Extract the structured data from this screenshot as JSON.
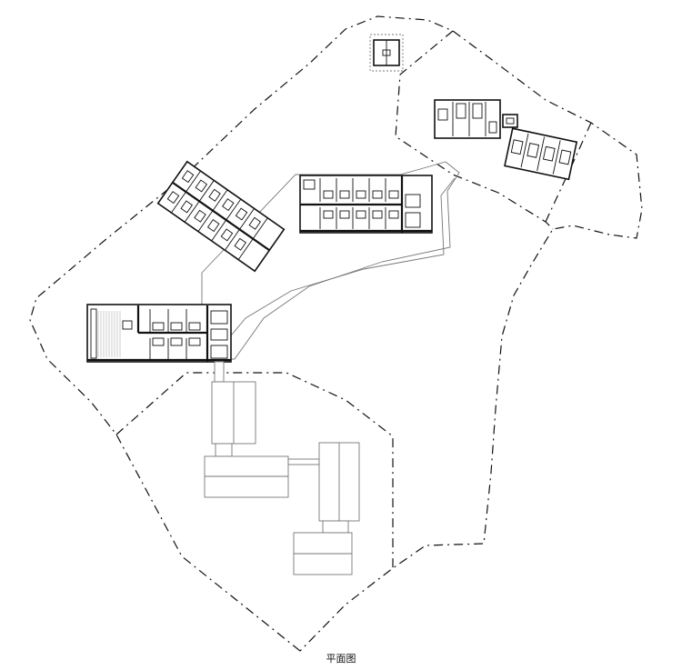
{
  "caption": "平面图",
  "colors": {
    "line": "#111111",
    "secondary_line": "#777777",
    "background": "#ffffff"
  },
  "legend": {
    "site_boundary": "dash-dot",
    "existing_buildings": "thin-gray"
  }
}
